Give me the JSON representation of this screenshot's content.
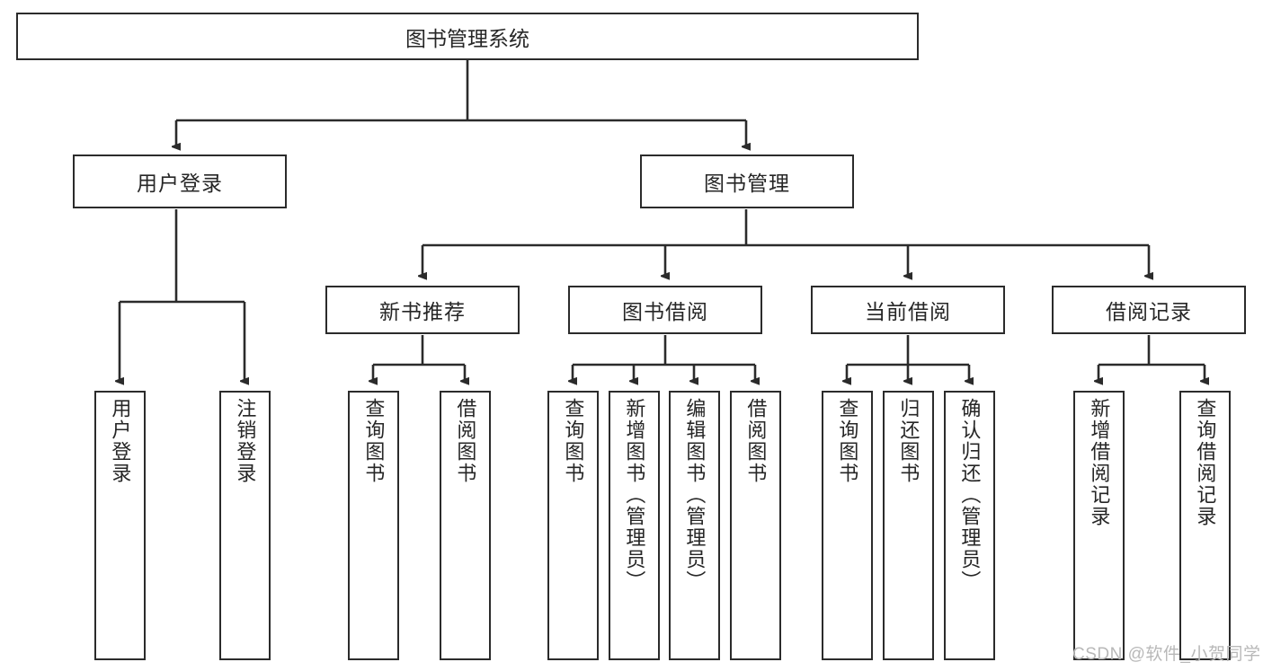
{
  "diagram": {
    "title": "图书管理系统",
    "root": {
      "id": "root",
      "label": "图书管理系统"
    },
    "level1": [
      {
        "id": "user-login",
        "label": "用户登录"
      },
      {
        "id": "book-manage",
        "label": "图书管理"
      }
    ],
    "level2": [
      {
        "id": "new-book-recommend",
        "label": "新书推荐"
      },
      {
        "id": "book-borrow",
        "label": "图书借阅"
      },
      {
        "id": "current-borrow",
        "label": "当前借阅"
      },
      {
        "id": "borrow-record",
        "label": "借阅记录"
      }
    ],
    "leaves": {
      "user_login": [
        {
          "id": "leaf-user-login",
          "label": "用户登录"
        },
        {
          "id": "leaf-logout",
          "label": "注销登录"
        }
      ],
      "new_book_recommend": [
        {
          "id": "leaf-query-book-1",
          "label": "查询图书"
        },
        {
          "id": "leaf-borrow-book-1",
          "label": "借阅图书"
        }
      ],
      "book_borrow": [
        {
          "id": "leaf-query-book-2",
          "label": "查询图书"
        },
        {
          "id": "leaf-add-book",
          "label": "新增图书（管理员）"
        },
        {
          "id": "leaf-edit-book",
          "label": "编辑图书（管理员）"
        },
        {
          "id": "leaf-borrow-book-2",
          "label": "借阅图书"
        }
      ],
      "current_borrow": [
        {
          "id": "leaf-query-book-3",
          "label": "查询图书"
        },
        {
          "id": "leaf-return-book",
          "label": "归还图书"
        },
        {
          "id": "leaf-confirm-return",
          "label": "确认归还（管理员）"
        }
      ],
      "borrow_record": [
        {
          "id": "leaf-add-record",
          "label": "新增借阅记录"
        },
        {
          "id": "leaf-query-record",
          "label": "查询借阅记录"
        }
      ]
    },
    "watermark": "CSDN @软件_小贺同学",
    "colors": {
      "stroke": "#2b2b2b",
      "box_fill": "#ffffff",
      "text": "#262626",
      "watermark": "#b8b8b8",
      "background": "#ffffff"
    }
  }
}
